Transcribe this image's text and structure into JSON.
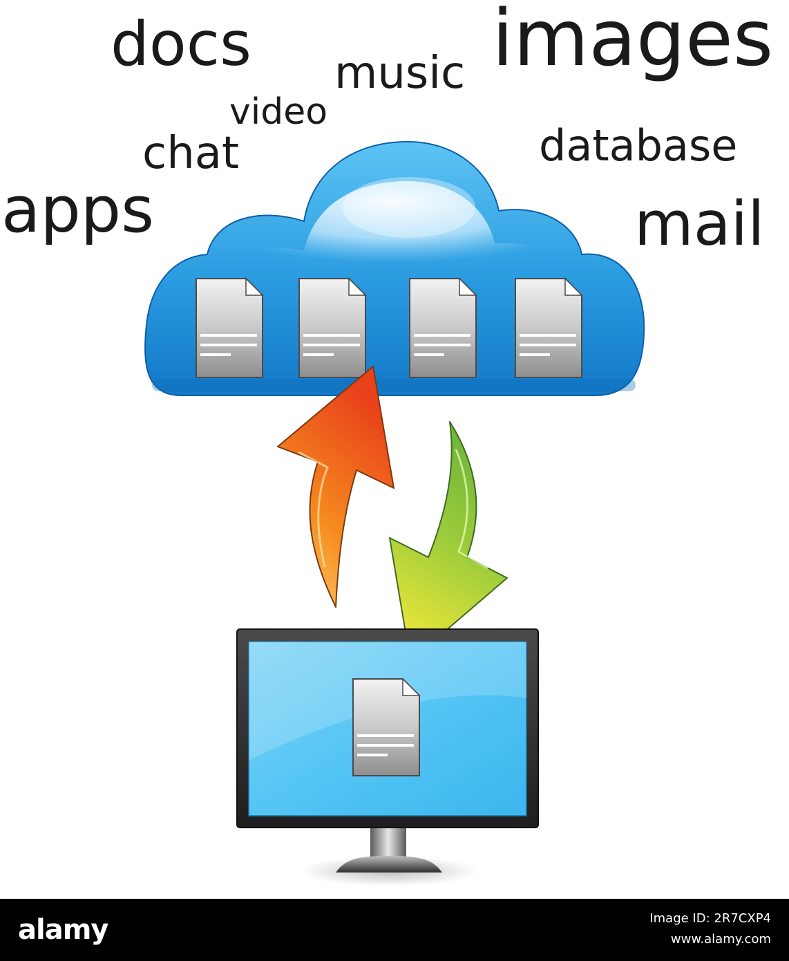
{
  "words": {
    "docs": "docs",
    "images": "images",
    "music": "music",
    "video": "video",
    "chat": "chat",
    "database": "database",
    "apps": "apps",
    "mail": "mail"
  },
  "footer": {
    "brand": "alamy",
    "image_id": "Image ID: 2R7CXP4",
    "url": "www.alamy.com"
  },
  "colors": {
    "cloud_blue": "#1e8ad6",
    "cloud_light": "#bfe6fb",
    "screen_blue": "#4fc3f3",
    "upload_arrow": "#f05a1a",
    "download_arrow": "#8cc63f",
    "document_gray": "#9a9a9a"
  },
  "icons": {
    "cloud": "cloud-icon",
    "document": "document-icon",
    "upload": "upload-arrow-icon",
    "download": "download-arrow-icon",
    "monitor": "monitor-icon"
  }
}
